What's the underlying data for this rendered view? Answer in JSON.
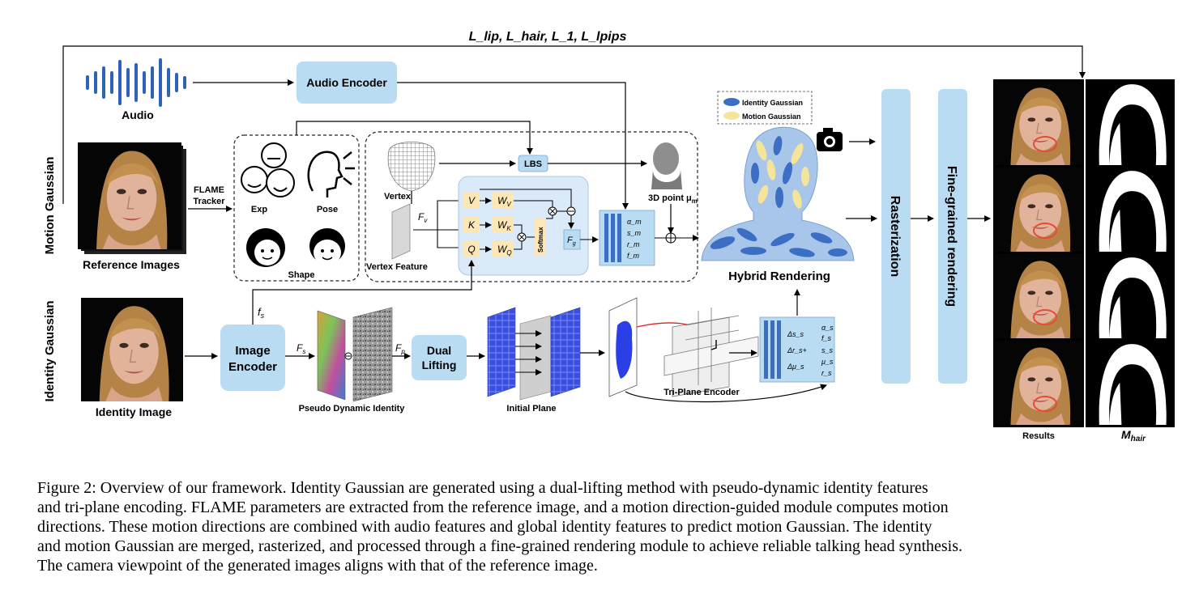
{
  "labels": {
    "losses": "L_lip, L_hair, L_1, L_lpips",
    "audio": "Audio",
    "audio_encoder": "Audio Encoder",
    "motion_gaussian": "Motion Gaussian",
    "identity_gaussian": "Identity Gaussian",
    "reference_images": "Reference Images",
    "identity_image": "Identity Image",
    "flame": "FLAME",
    "tracker": "Tracker",
    "exp": "Exp",
    "pose": "Pose",
    "shape": "Shape",
    "vertex": "Vertex",
    "vertex_feature": "Vertex Feature",
    "lbs": "LBS",
    "point3d": "3D point μ",
    "softmax": "Softmax",
    "legend_identity": "Identity Gaussian",
    "legend_motion": "Motion Gaussian",
    "hybrid_rendering": "Hybrid Rendering",
    "rasterization": "Rasterization",
    "fine_grained": "Fine-grained rendering",
    "image_encoder_1": "Image",
    "image_encoder_2": "Encoder",
    "pseudo_dynamic": "Pseudo Dynamic Identity",
    "dual_1": "Dual",
    "dual_2": "Lifting",
    "initial_plane": "Initial Plane",
    "triplane_encoder": "Tri-Plane Encoder",
    "results": "Results",
    "m_hair": "M",
    "m_hair_sub": "hair"
  },
  "symbols": {
    "fv": "F",
    "fv_sub": "v",
    "fs_small": "f",
    "fs_small_sub": "s",
    "Fs": "F",
    "Fs_sub": "s",
    "Fp": "F",
    "Fp_sub": "p",
    "Fg": "F",
    "Fg_sub": "g",
    "V": "V",
    "K": "K",
    "Q": "Q",
    "WV": "W",
    "WV_sub": "V",
    "WK": "W",
    "WK_sub": "K",
    "WQ": "W",
    "WQ_sub": "Q",
    "mu_sub": "m",
    "motion_outputs": [
      "α_m",
      "s_m",
      "r_m",
      "f_m"
    ],
    "identity_deltas": [
      "Δs_s",
      "Δr_s+",
      "Δμ_s"
    ],
    "identity_attrs": [
      "α_s",
      "f_s",
      "s_s",
      "μ_s",
      "r_s"
    ]
  },
  "caption": [
    "Figure 2: Overview of our framework. Identity Gaussian are generated using a dual-lifting method with pseudo-dynamic identity features",
    "and tri-plane encoding. FLAME parameters are extracted from the reference image, and a motion direction-guided module computes motion",
    "directions. These motion directions are combined with audio features and global identity features to predict motion Gaussian. The identity",
    "and motion Gaussian are merged, rasterized, and processed through a fine-grained rendering module to achieve reliable talking head synthesis.",
    "The camera viewpoint of the generated images aligns with that of the reference image."
  ],
  "colors": {
    "accent_box": "#b9dcf3",
    "identity_gaussian": "#3c6fc4",
    "motion_gaussian": "#f5e59a",
    "qkv_box": "#fde7b4"
  }
}
